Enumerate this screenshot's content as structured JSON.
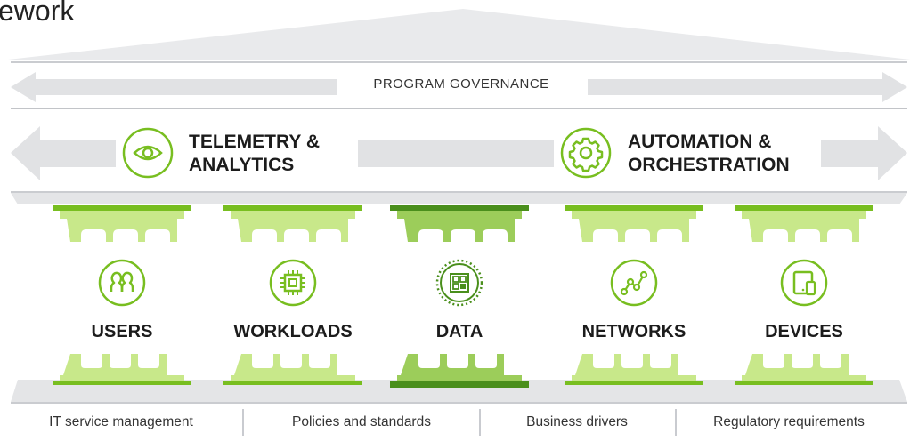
{
  "title": "ework",
  "governance": {
    "label": "PROGRAM GOVERNANCE"
  },
  "capabilities": [
    {
      "line1": "TELEMETRY &",
      "line2": "ANALYTICS",
      "icon": "eye-icon"
    },
    {
      "line1": "AUTOMATION &",
      "line2": "ORCHESTRATION",
      "icon": "gear-icon"
    }
  ],
  "pillars": [
    {
      "label": "USERS",
      "icon": "users-icon"
    },
    {
      "label": "WORKLOADS",
      "icon": "chip-icon"
    },
    {
      "label": "DATA",
      "icon": "data-grid-icon"
    },
    {
      "label": "NETWORKS",
      "icon": "network-icon"
    },
    {
      "label": "DEVICES",
      "icon": "tablet-icon"
    }
  ],
  "foundation": [
    {
      "label": "IT service management"
    },
    {
      "label": "Policies and standards"
    },
    {
      "label": "Business drivers"
    },
    {
      "label": "Regulatory requirements"
    }
  ],
  "colors": {
    "green": "#78be20",
    "light_green": "#c8e88a",
    "dark_green": "#4a8f1c",
    "gray": "#e6e7e9",
    "arrow_gray": "#e1e2e4"
  }
}
